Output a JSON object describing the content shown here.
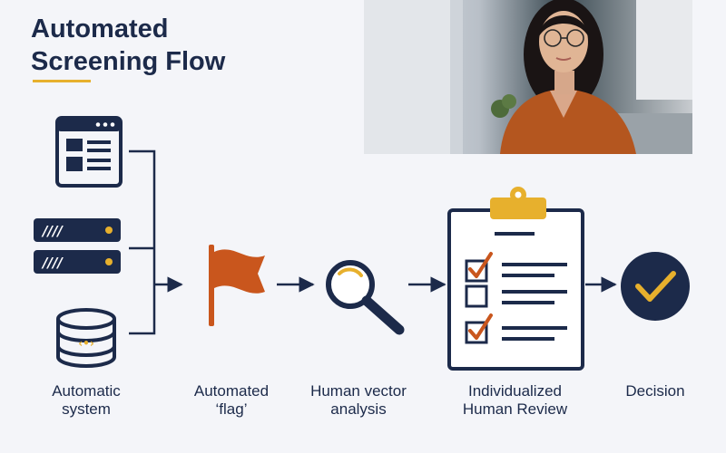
{
  "title": {
    "line1": "Automated",
    "line2": "Screening Flow"
  },
  "colors": {
    "navy": "#1c2a4a",
    "accent": "#e7b02d",
    "flag": "#c9561d",
    "background": "#f4f5f9"
  },
  "photo": {
    "icon": "photo-of-woman-at-desk"
  },
  "steps": [
    {
      "icon": "system-sources-icon",
      "label_line1": "Automatic",
      "label_line2": "system"
    },
    {
      "icon": "flag-icon",
      "label_line1": "Automated",
      "label_line2": "‘flag’"
    },
    {
      "icon": "magnifier-icon",
      "label_line1": "Human vector",
      "label_line2": "analysis"
    },
    {
      "icon": "clipboard-checklist-icon",
      "label_line1": "Individualized",
      "label_line2": "Human Review"
    },
    {
      "icon": "check-circle-icon",
      "label_line1": "Decision",
      "label_line2": ""
    }
  ],
  "server_glyph": "////",
  "database_glyph": "‹•›"
}
